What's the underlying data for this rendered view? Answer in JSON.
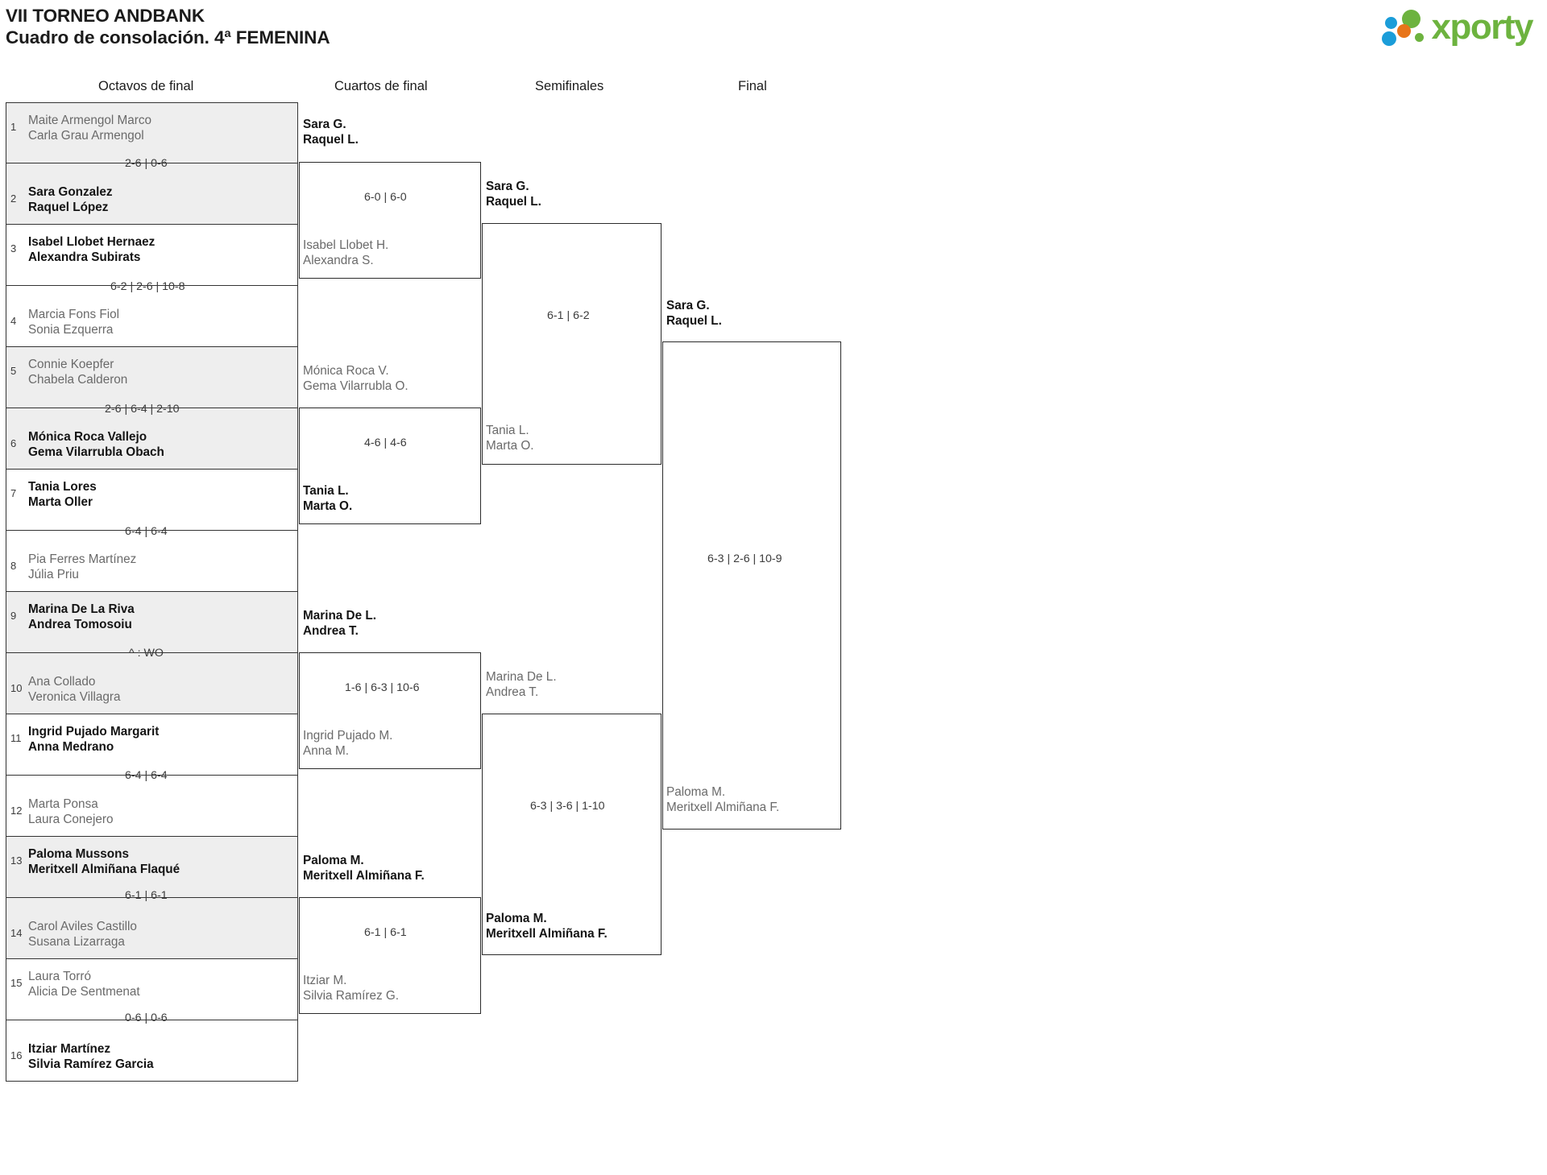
{
  "header": {
    "title_line1": "VII TORNEO ANDBANK",
    "title_line2": "Cuadro de consolación. 4ª FEMENINA",
    "logo_text": "xporty",
    "logo_colors": {
      "green": "#6db33f",
      "blue": "#1b9dd9",
      "orange": "#e8751a"
    }
  },
  "rounds": [
    {
      "key": "r16",
      "label": "Octavos de final"
    },
    {
      "key": "qf",
      "label": "Cuartos de final"
    },
    {
      "key": "sf",
      "label": "Semifinales"
    },
    {
      "key": "f",
      "label": "Final"
    }
  ],
  "round_of_16": {
    "seeds": [
      "1",
      "2",
      "3",
      "4",
      "5",
      "6",
      "7",
      "8",
      "9",
      "10",
      "11",
      "12",
      "13",
      "14",
      "15",
      "16"
    ],
    "entries": [
      {
        "seed": "1",
        "p1": "Maite Armengol Marco",
        "p2": "Carla Grau Armengol",
        "winner": false
      },
      {
        "seed": "2",
        "p1": "Sara Gonzalez",
        "p2": "Raquel López",
        "winner": true
      },
      {
        "seed": "3",
        "p1": "Isabel Llobet Hernaez",
        "p2": "Alexandra Subirats",
        "winner": true
      },
      {
        "seed": "4",
        "p1": "Marcia Fons Fiol",
        "p2": "Sonia Ezquerra",
        "winner": false
      },
      {
        "seed": "5",
        "p1": "Connie Koepfer",
        "p2": "Chabela Calderon",
        "winner": false
      },
      {
        "seed": "6",
        "p1": "Mónica Roca Vallejo",
        "p2": "Gema Vilarrubla Obach",
        "winner": true
      },
      {
        "seed": "7",
        "p1": "Tania Lores",
        "p2": "Marta Oller",
        "winner": true
      },
      {
        "seed": "8",
        "p1": "Pia Ferres Martínez",
        "p2": "Júlia Priu",
        "winner": false
      },
      {
        "seed": "9",
        "p1": "Marina De La Riva",
        "p2": "Andrea Tomosoiu",
        "winner": true
      },
      {
        "seed": "10",
        "p1": "Ana Collado",
        "p2": "Veronica Villagra",
        "winner": false
      },
      {
        "seed": "11",
        "p1": "Ingrid Pujado Margarit",
        "p2": "Anna Medrano",
        "winner": true
      },
      {
        "seed": "12",
        "p1": "Marta Ponsa",
        "p2": "Laura Conejero",
        "winner": false
      },
      {
        "seed": "13",
        "p1": "Paloma Mussons",
        "p2": "Meritxell Almiñana Flaqué",
        "winner": true
      },
      {
        "seed": "14",
        "p1": "Carol Aviles Castillo",
        "p2": "Susana Lizarraga",
        "winner": false
      },
      {
        "seed": "15",
        "p1": "Laura Torró",
        "p2": "Alicia De Sentmenat",
        "winner": false
      },
      {
        "seed": "16",
        "p1": "Itziar Martínez",
        "p2": "Silvia Ramírez Garcia",
        "winner": true
      }
    ],
    "scores": [
      "2-6 | 0-6",
      "6-2 | 2-6 | 10-8",
      "2-6 | 6-4 | 2-10",
      "6-4 | 6-4",
      "^ : WO",
      "6-4 | 6-4",
      "6-1 | 6-1",
      "0-6 | 0-6"
    ]
  },
  "quarterfinals": {
    "entries": [
      {
        "p1": "Sara G.",
        "p2": "Raquel L.",
        "winner": true
      },
      {
        "p1": "Isabel Llobet H.",
        "p2": "Alexandra S.",
        "winner": false
      },
      {
        "p1": "Mónica Roca V.",
        "p2": "Gema Vilarrubla O.",
        "winner": false
      },
      {
        "p1": "Tania L.",
        "p2": "Marta O.",
        "winner": true
      },
      {
        "p1": "Marina De L.",
        "p2": "Andrea T.",
        "winner": true
      },
      {
        "p1": "Ingrid Pujado M.",
        "p2": "Anna M.",
        "winner": false
      },
      {
        "p1": "Paloma M.",
        "p2": "Meritxell Almiñana F.",
        "winner": true
      },
      {
        "p1": "Itziar M.",
        "p2": "Silvia Ramírez G.",
        "winner": false
      }
    ],
    "scores": [
      "6-0 | 6-0",
      "4-6 | 4-6",
      "1-6 | 6-3 | 10-6",
      "6-1 | 6-1"
    ]
  },
  "semifinals": {
    "entries": [
      {
        "p1": "Sara G.",
        "p2": "Raquel L.",
        "winner": true
      },
      {
        "p1": "Tania L.",
        "p2": "Marta O.",
        "winner": false
      },
      {
        "p1": "Marina De L.",
        "p2": "Andrea T.",
        "winner": false
      },
      {
        "p1": "Paloma M.",
        "p2": "Meritxell Almiñana F.",
        "winner": true
      }
    ],
    "scores": [
      "6-1 | 6-2",
      "6-3 | 3-6 | 1-10"
    ]
  },
  "final": {
    "entries": [
      {
        "p1": "Sara G.",
        "p2": "Raquel L.",
        "winner": true
      },
      {
        "p1": "Paloma M.",
        "p2": "Meritxell Almiñana F.",
        "winner": false
      }
    ],
    "scores": [
      "6-3 | 2-6 | 10-9"
    ]
  }
}
